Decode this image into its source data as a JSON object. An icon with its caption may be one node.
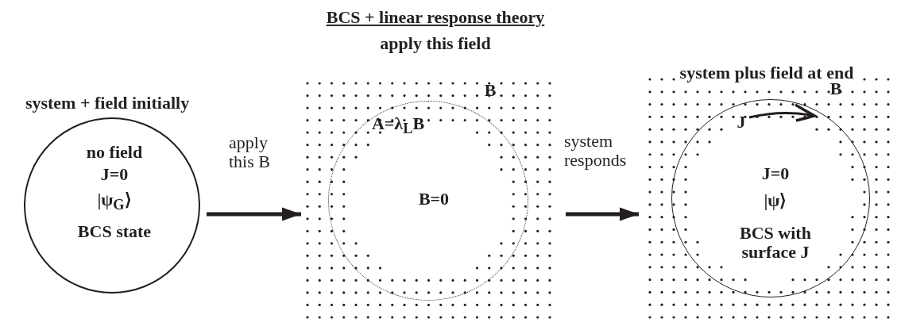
{
  "diagram": {
    "title": "BCS + linear response theory",
    "nodes": [
      {
        "text": [
          "no field",
          "J=0",
          "|ψ$_{G}$⟩",
          "BCS state"
        ],
        "beside": [
          "system + field initially"
        ]
      },
      {
        "text": [
          "apply this field",
          "B"
        ]
      },
      {
        "text": [
          "A=λ$_{L}$B",
          "B=0"
        ],
        "in": 1
      },
      {
        "text": [
          "system plus field at end",
          "B"
        ]
      },
      {
        "text": [
          "J",
          "J=0",
          "|ψ⟩",
          "BCS with surface J"
        ],
        "in": 3
      }
    ],
    "edges": [
      {
        "from": 0,
        "to": 1,
        "arrow": "to",
        "label": "apply this B"
      },
      {
        "from": 1,
        "to": 3,
        "arrow": "to",
        "label": "system responds"
      }
    ]
  }
}
